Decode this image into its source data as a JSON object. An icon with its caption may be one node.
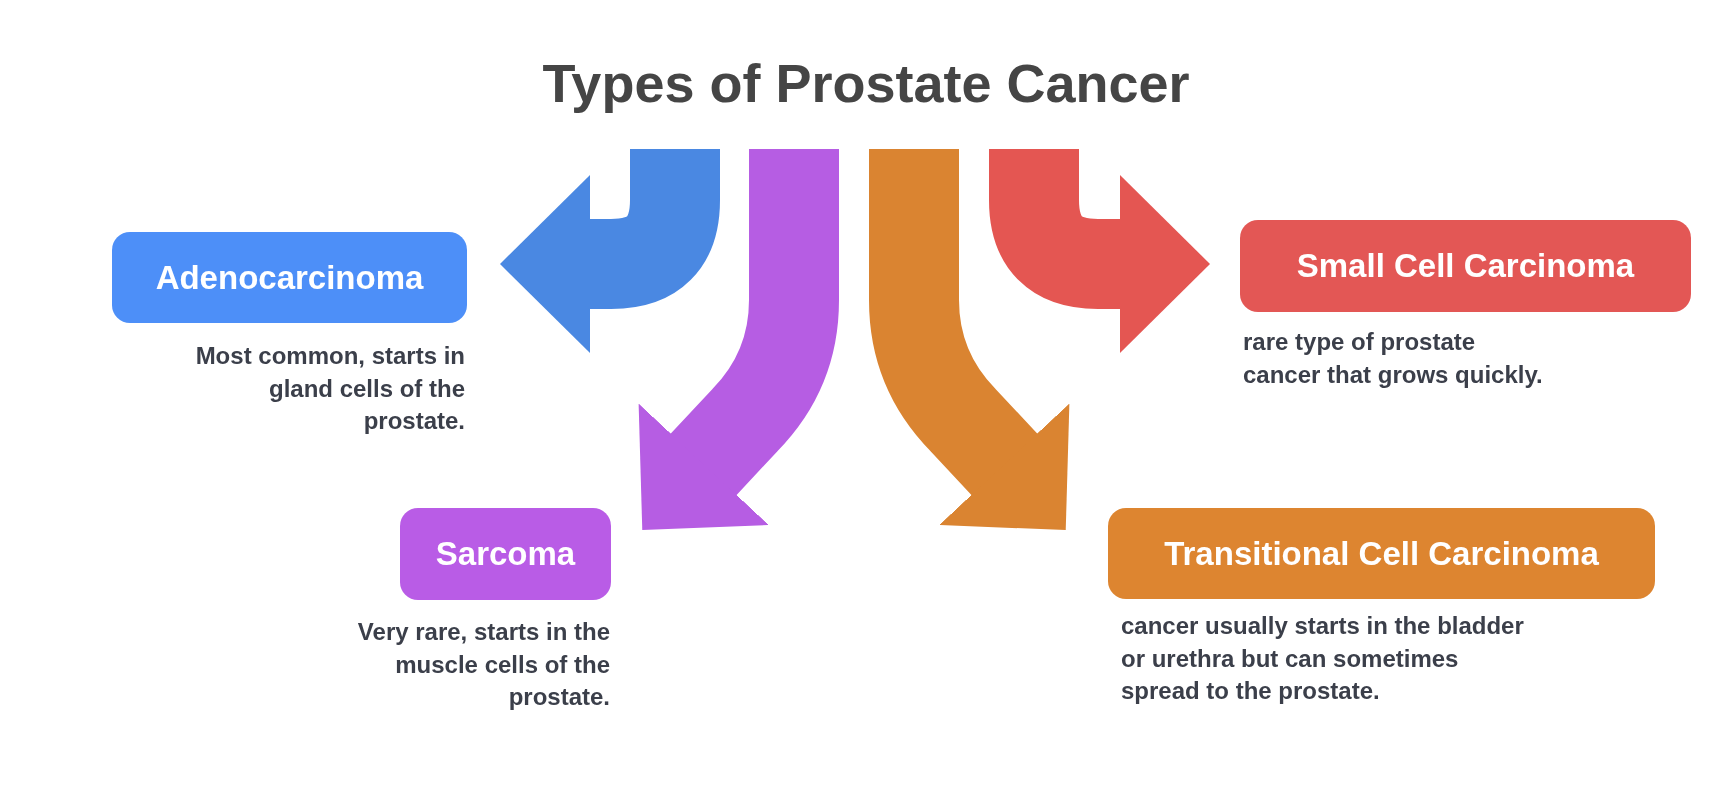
{
  "diagram": {
    "title": "Types of Prostate Cancer",
    "nodes": [
      {
        "text": [
          "Adenocarcinoma"
        ],
        "beside": [
          "Most common, starts in gland cells of the prostate."
        ]
      },
      {
        "text": [
          "Small Cell Carcinoma"
        ],
        "beside": [
          "rare type of prostate cancer that grows quickly."
        ]
      },
      {
        "text": [
          "Sarcoma"
        ],
        "beside": [
          "Very rare, starts in the muscle cells of the prostate."
        ]
      },
      {
        "text": [
          "Transitional Cell Carcinoma"
        ],
        "beside": [
          "cancer usually starts in the bladder or urethra but can sometimes spread to the prostate."
        ]
      }
    ],
    "edges": [
      {
        "from": null,
        "to": 0,
        "arrow": "to",
        "color": "#4a88e2"
      },
      {
        "from": null,
        "to": 1,
        "arrow": "to",
        "color": "#e45652"
      },
      {
        "from": null,
        "to": 2,
        "arrow": "to",
        "color": "#b65de3"
      },
      {
        "from": null,
        "to": 3,
        "arrow": "to",
        "color": "#da8431"
      }
    ]
  }
}
